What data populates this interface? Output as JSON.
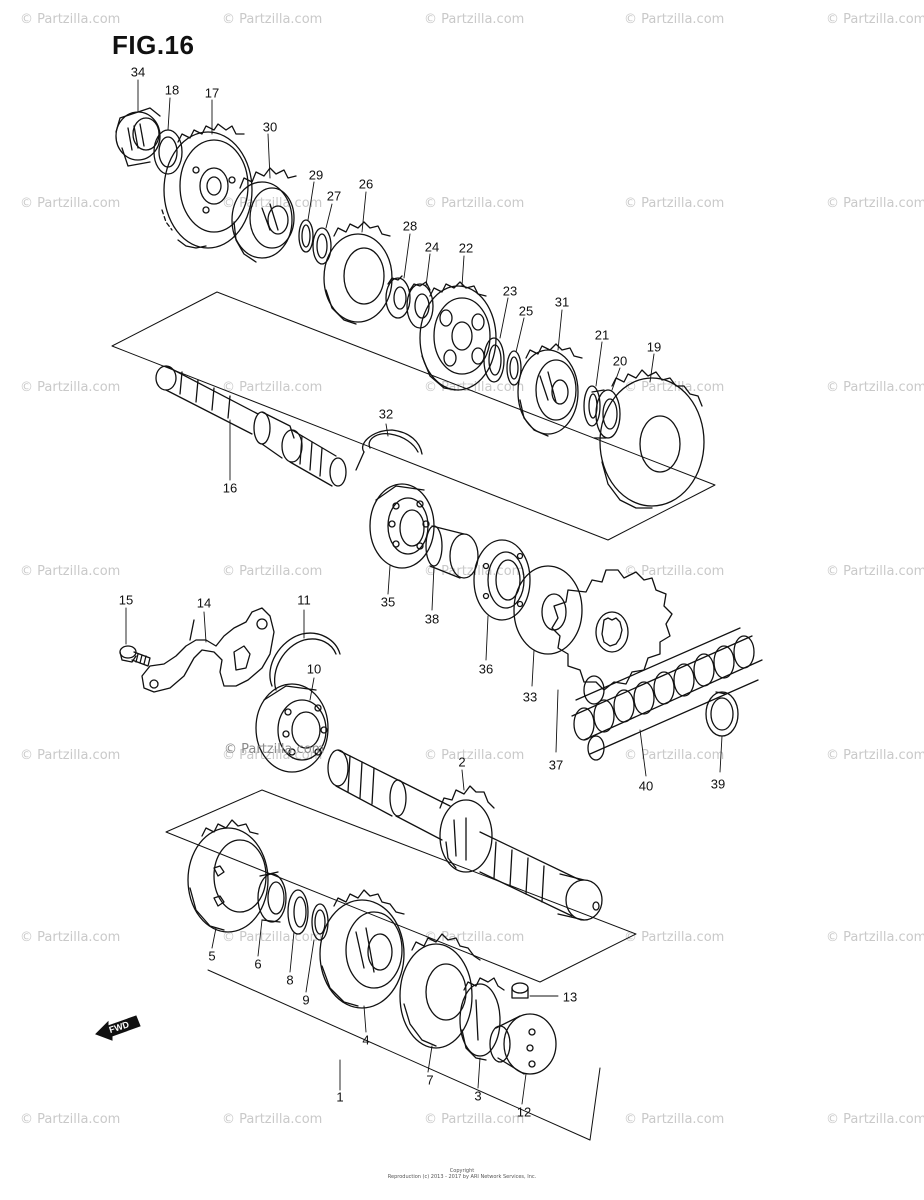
{
  "figure": {
    "title": "FIG.16"
  },
  "watermark": {
    "text": "© Partzilla.com",
    "embedded_text": "© Partzilla.com"
  },
  "fwd_badge": {
    "text": "FWD"
  },
  "part_labels": [
    {
      "id": "34",
      "text": "34"
    },
    {
      "id": "18",
      "text": "18"
    },
    {
      "id": "17",
      "text": "17"
    },
    {
      "id": "30",
      "text": "30"
    },
    {
      "id": "29",
      "text": "29"
    },
    {
      "id": "27",
      "text": "27"
    },
    {
      "id": "26",
      "text": "26"
    },
    {
      "id": "28",
      "text": "28"
    },
    {
      "id": "24",
      "text": "24"
    },
    {
      "id": "22",
      "text": "22"
    },
    {
      "id": "23",
      "text": "23"
    },
    {
      "id": "25",
      "text": "25"
    },
    {
      "id": "31",
      "text": "31"
    },
    {
      "id": "21",
      "text": "21"
    },
    {
      "id": "20",
      "text": "20"
    },
    {
      "id": "19",
      "text": "19"
    },
    {
      "id": "16",
      "text": "16"
    },
    {
      "id": "32",
      "text": "32"
    },
    {
      "id": "35",
      "text": "35"
    },
    {
      "id": "38",
      "text": "38"
    },
    {
      "id": "36",
      "text": "36"
    },
    {
      "id": "33",
      "text": "33"
    },
    {
      "id": "37",
      "text": "37"
    },
    {
      "id": "40",
      "text": "40"
    },
    {
      "id": "39",
      "text": "39"
    },
    {
      "id": "15",
      "text": "15"
    },
    {
      "id": "14",
      "text": "14"
    },
    {
      "id": "11",
      "text": "11"
    },
    {
      "id": "10",
      "text": "10"
    },
    {
      "id": "2",
      "text": "2"
    },
    {
      "id": "5",
      "text": "5"
    },
    {
      "id": "6",
      "text": "6"
    },
    {
      "id": "8",
      "text": "8"
    },
    {
      "id": "9",
      "text": "9"
    },
    {
      "id": "4",
      "text": "4"
    },
    {
      "id": "13",
      "text": "13"
    },
    {
      "id": "7",
      "text": "7"
    },
    {
      "id": "1",
      "text": "1"
    },
    {
      "id": "3",
      "text": "3"
    },
    {
      "id": "12",
      "text": "12"
    }
  ],
  "copyright": {
    "line1": "Copyright",
    "line2": "Reproduction (c) 2013 - 2017 by ARI Network Services, Inc."
  },
  "colors": {
    "ink": "#111111",
    "watermark": "#c9c9c9",
    "paper": "#ffffff"
  }
}
